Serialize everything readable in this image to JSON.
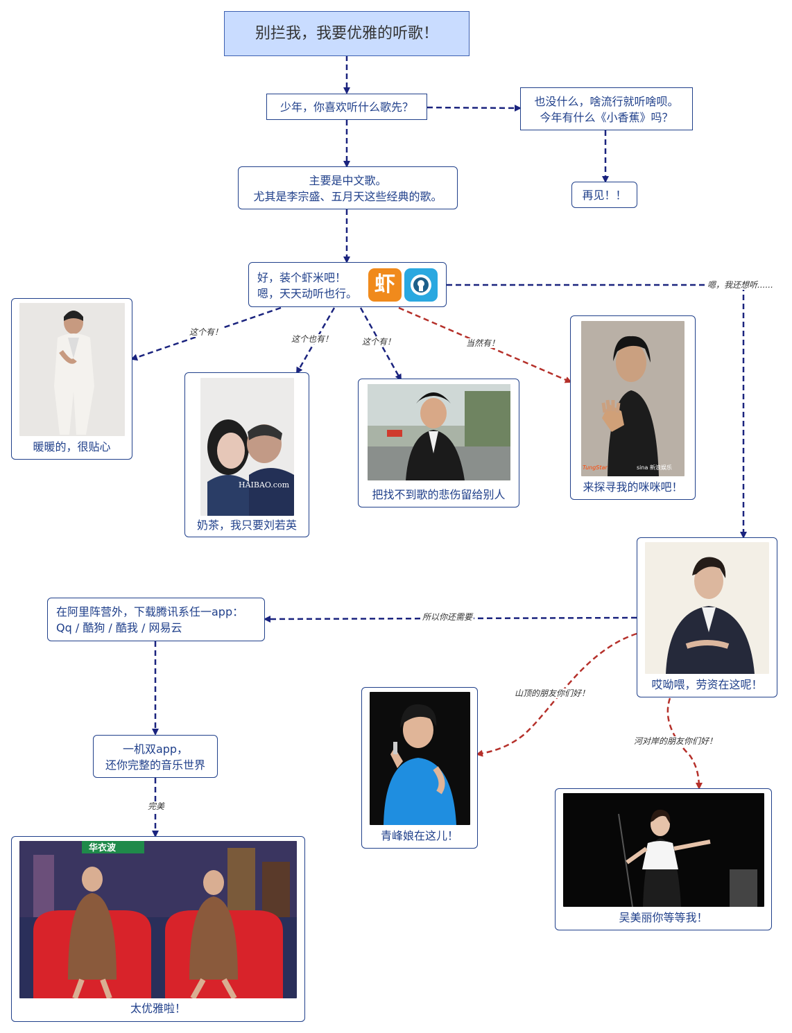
{
  "title": "别拦我，我要优雅的听歌！",
  "nodes": {
    "q1": "少年，你喜欢听什么歌先？",
    "pop_lines": [
      "也没什么，啥流行就听啥呗。",
      "今年有什么《小香蕉》吗？"
    ],
    "bye": "再见！！",
    "chinese_lines": [
      "主要是中文歌。",
      "尤其是李宗盛、五月天这些经典的歌。"
    ],
    "xiami_lines": [
      "好，装个虾米吧！",
      "嗯，天天动听也行。"
    ],
    "xiami_icon_char": "虾",
    "p1_caption": "暖暖的，很贴心",
    "p2_caption": "奶茶，我只要刘若英",
    "p3_caption": "把找不到歌的悲伤留给别人",
    "p4_caption": "来探寻我的咪咪吧！",
    "jay_caption": "哎呦喂，劳资在这呢！",
    "tencent_lines": [
      "在阿里阵营外，下载腾讯系任一app：",
      "Qq / 酷狗 / 酷我 / 网易云"
    ],
    "dual_lines": [
      "一机双app，",
      "还你完整的音乐世界"
    ],
    "final_caption": "太优雅啦！",
    "qf_caption": "青峰娘在这儿！",
    "wu_caption": "吴美丽你等等我！"
  },
  "edge_labels": {
    "want_more": "嗯，我还想听......",
    "has1": "这个有！",
    "has2": "这个也有！",
    "has3": "这个有！",
    "of_course": "当然有！",
    "need": "所以你还需要",
    "perfect": "完美",
    "mountain": "山顶的朋友你们好！",
    "river": "河对岸的朋友你们好！"
  },
  "photo_watermarks": {
    "p2": "HAIBAO.com",
    "p4": "sina 新浪娱乐",
    "p4_tag": "TungStar",
    "final": "华衣波"
  },
  "colors": {
    "box_border": "#1f3f8a",
    "text": "#1f3f8a",
    "title_fill": "#c9dcff",
    "edge_blue": "#1a237e",
    "edge_red": "#b5302a",
    "xiami_orange": "#f08a1c",
    "ttpod_blue": "#2aa8e0"
  }
}
